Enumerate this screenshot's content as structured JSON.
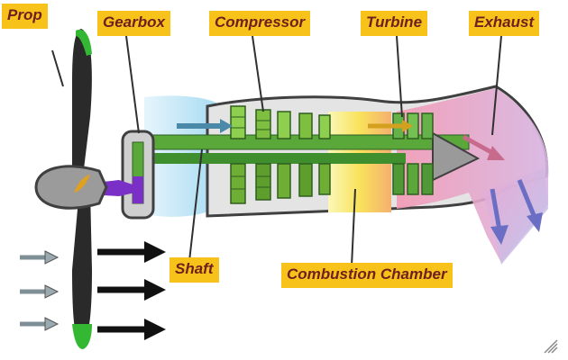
{
  "labels": {
    "prop": "Prop",
    "gearbox": "Gearbox",
    "compressor": "Compressor",
    "turbine": "Turbine",
    "exhaust": "Exhaust",
    "shaft": "Shaft",
    "combustion": "Combustion Chamber"
  },
  "colors": {
    "label_bg": "#f7c21a",
    "label_text": "#6e1f1f",
    "compressor_blades": "#7fbf3f",
    "turbine_blades": "#66b24a",
    "shaft": "#3f8f2f",
    "gearbox_link": "#7a2fc7",
    "prop_tip": "#2eb82e",
    "intake_air": "#b9e2f5",
    "exhaust_gas": "#f3b6cc",
    "combustion_glow": "#f9e25a"
  },
  "icons": [
    "propeller-icon",
    "airflow-arrow-icon",
    "thrust-arrow-icon",
    "resize-grip-icon"
  ]
}
